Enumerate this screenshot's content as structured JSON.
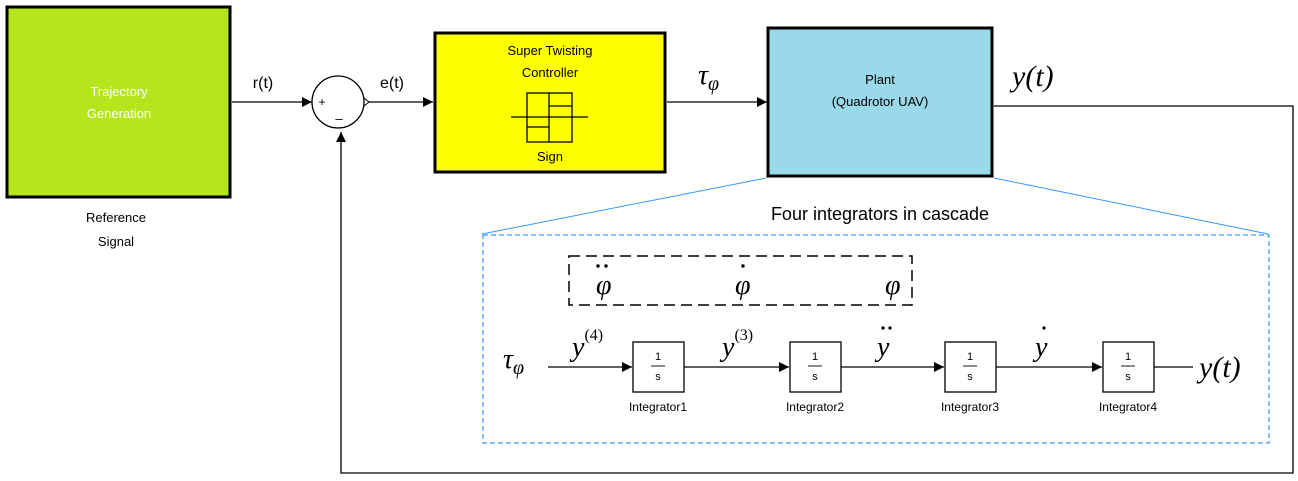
{
  "blocks": {
    "trajectory": {
      "line1": "Trajectory",
      "line2": "Generation",
      "caption1": "Reference",
      "caption2": "Signal",
      "color": "#b5e61d"
    },
    "controller": {
      "line1": "Super Twisting",
      "line2": "Controller",
      "sign_label": "Sign",
      "color": "#ffff00"
    },
    "plant": {
      "line1": "Plant",
      "line2": "(Quadrotor UAV)",
      "color": "#99d9ea"
    }
  },
  "sum": {
    "plus": "+",
    "minus": "–"
  },
  "signals": {
    "reference": "r(t)",
    "error": "e(t)",
    "control_symbol": "τ",
    "control_subscript": "φ",
    "output_y": "y",
    "output_arg": "(t)"
  },
  "zoom": {
    "title": "Four integrators in cascade",
    "border_color": "#3399ff",
    "states": [
      "φ",
      "φ",
      "φ"
    ],
    "input_symbol": "τ",
    "input_subscript": "φ",
    "derivatives": [
      {
        "base": "y",
        "superscript": "(4)"
      },
      {
        "base": "y",
        "superscript": "(3)"
      },
      {
        "base": "y"
      },
      {
        "base": "y"
      }
    ],
    "integrators": [
      {
        "numerator": "1",
        "denominator": "s",
        "label": "Integrator1"
      },
      {
        "numerator": "1",
        "denominator": "s",
        "label": "Integrator2"
      },
      {
        "numerator": "1",
        "denominator": "s",
        "label": "Integrator3"
      },
      {
        "numerator": "1",
        "denominator": "s",
        "label": "Integrator4"
      }
    ],
    "output_y": "y",
    "output_arg": "(t)"
  }
}
